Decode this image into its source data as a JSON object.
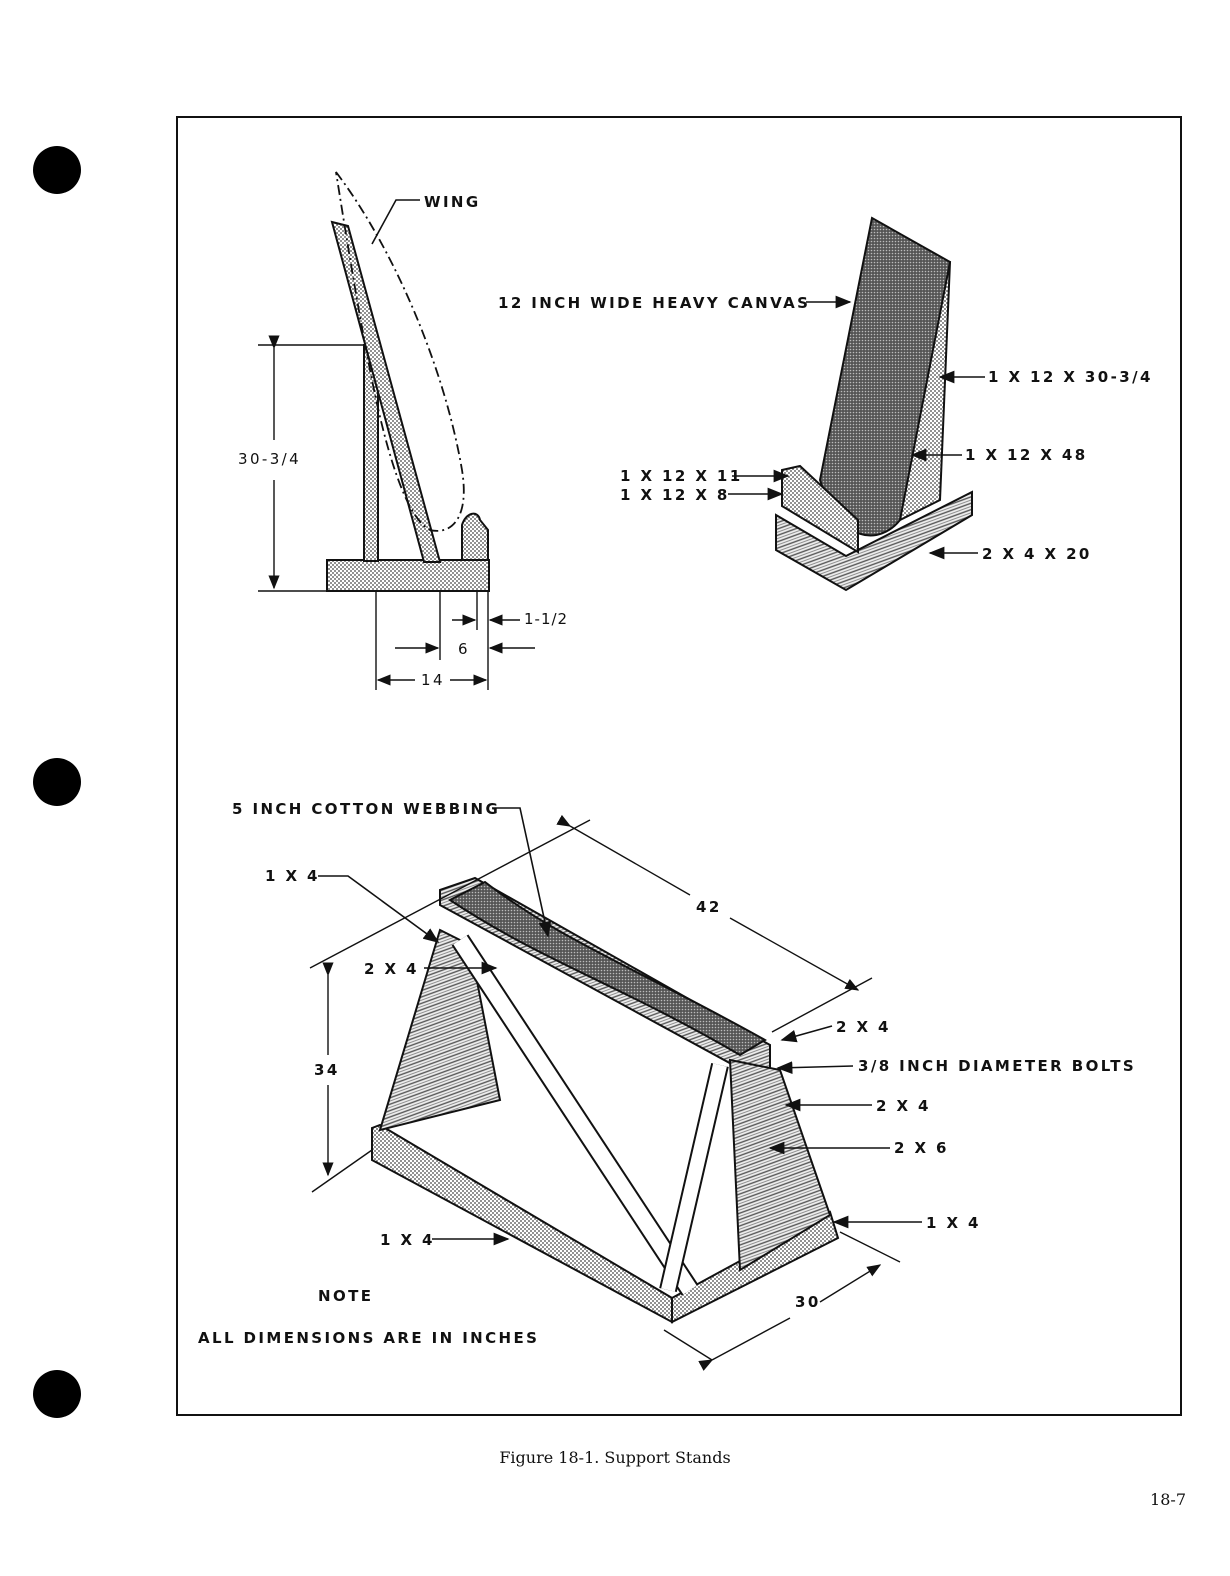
{
  "figure": {
    "caption": "Figure 18-1.  Support Stands",
    "page_number": "18-7"
  },
  "wing_stand": {
    "wing_label": "WING",
    "height_dim": "30-3/4",
    "post_dim": "1-1/2",
    "offset_dim": "6",
    "base_dim": "14"
  },
  "canvas_stand": {
    "canvas_label": "12 INCH WIDE HEAVY CANVAS",
    "back_board": "1 X 12 X 30-3/4",
    "side_board": "1 X 12 X 48",
    "front_board_1": "1 X 12 X 11",
    "front_board_2": "1 X 12 X 8",
    "base_runner": "2 X 4 X 20"
  },
  "sawhorse": {
    "webbing_label": "5 INCH COTTON WEBBING",
    "brace_top_left": "1 X 4",
    "cap_left": "2 X 4",
    "length_dim": "42",
    "height_dim": "34",
    "cap_right": "2 X 4",
    "bolts": "3/8 INCH DIAMETER BOLTS",
    "leg_2x4": "2 X 4",
    "leg_2x6": "2 X 6",
    "brace_bottom_right": "1 X 4",
    "brace_bottom_left": "1 X 4",
    "width_dim": "30"
  },
  "note": {
    "heading": "NOTE",
    "text": "ALL DIMENSIONS ARE IN INCHES"
  }
}
